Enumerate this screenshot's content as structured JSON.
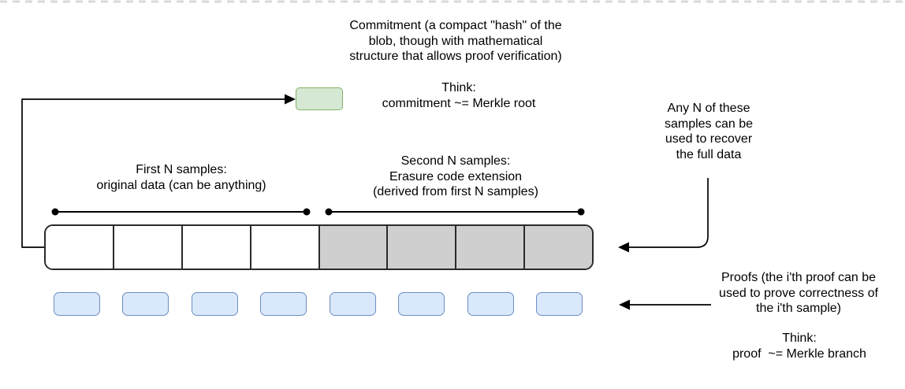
{
  "diagram_title": "Blob commitment and data availability sampling diagram",
  "colors": {
    "page_bg": "#ffffff",
    "text": "#000000",
    "top_border": "#d9d9d9",
    "line_stroke": "#000000",
    "bar_stroke": "#2a2a2a",
    "commitment_fill": "#d5e8d4",
    "commitment_stroke": "#82b366",
    "original_fill": "#ffffff",
    "extension_fill": "#cfcfcf",
    "proof_fill": "#dae8fc",
    "proof_stroke": "#6c8ebf"
  },
  "labels": {
    "commitment_note": "Commitment (a compact \"hash\" of the\nblob, though with mathematical\nstructure that allows proof verification)",
    "commitment_think": "Think:\ncommitment ~= Merkle root",
    "any_n_note": "Any N of these\nsamples can be\nused to recover\nthe full data",
    "first_n_samples": "First N samples:\noriginal data (can be anything)",
    "second_n_samples": "Second N samples:\nErasure code extension\n(derived from first N samples)",
    "proofs_note": "Proofs (the i'th proof can be\nused to prove correctness of\nthe i'th sample)",
    "proof_think": "Think:\nproof  ~= Merkle branch"
  },
  "blob": {
    "cells": [
      "original",
      "original",
      "original",
      "original",
      "extension",
      "extension",
      "extension",
      "extension"
    ],
    "original_count": 4,
    "extension_count": 4
  },
  "proofs": {
    "count": 8
  }
}
